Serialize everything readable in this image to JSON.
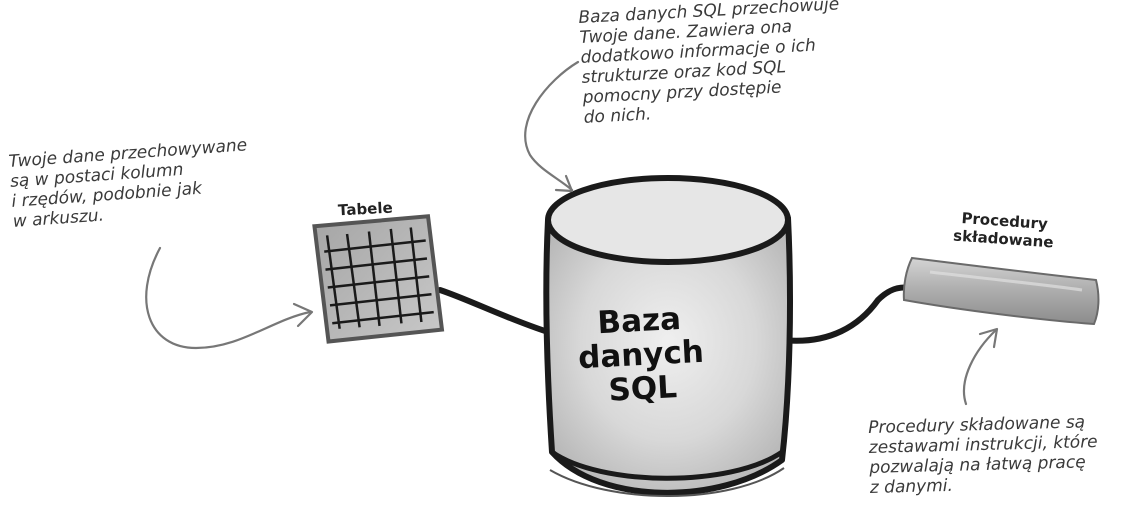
{
  "notes": {
    "database_note": [
      "Baza danych SQL przechowuje",
      "Twoje dane. Zawiera ona",
      "dodatkowo informacje o ich",
      "strukturze oraz kod SQL",
      "pomocny przy dostępie",
      "do nich."
    ],
    "tables_note": [
      "Twoje dane przechowywane",
      "są w postaci kolumn",
      "i rzędów, podobnie jak",
      "w arkuszu."
    ],
    "procedures_note": [
      "Procedury składowane są",
      "zestawami instrukcji, które",
      "pozwalają na łatwą pracę",
      "z danymi."
    ]
  },
  "labels": {
    "tables": "Tabele",
    "procedures": [
      "Procedury",
      "składowane"
    ],
    "database": [
      "Baza",
      "danych",
      "SQL"
    ]
  },
  "colors": {
    "ink": "#1a1a1a",
    "arrow": "#777777",
    "cylinder_fill": "#dcdcdc",
    "tables_fill": "#b8b8b8",
    "procedures_fill": "#a9a9a9"
  }
}
